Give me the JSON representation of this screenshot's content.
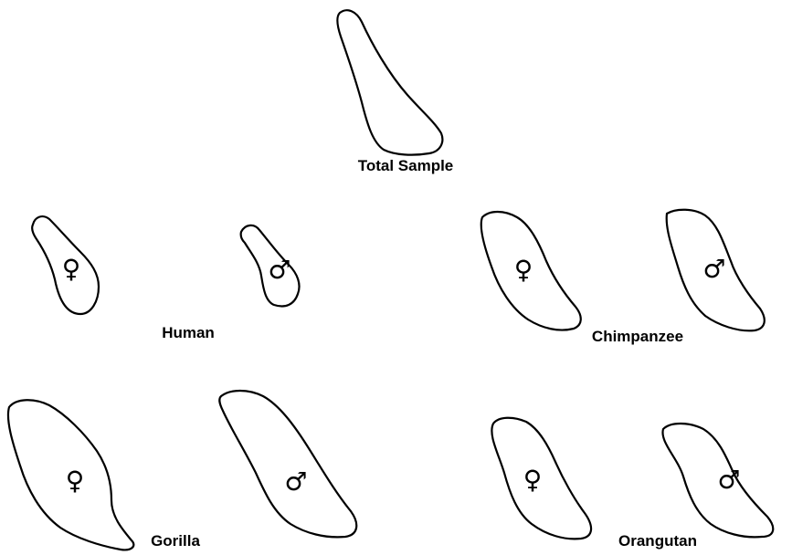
{
  "figure": {
    "total": {
      "label": "Total Sample"
    },
    "groups": [
      {
        "name": "Human",
        "female_symbol": "♀",
        "male_symbol": "♂"
      },
      {
        "name": "Chimpanzee",
        "female_symbol": "♀",
        "male_symbol": "♂"
      },
      {
        "name": "Gorilla",
        "female_symbol": "♀",
        "male_symbol": "♂"
      },
      {
        "name": "Orangutan",
        "female_symbol": "♀",
        "male_symbol": "♂"
      }
    ]
  }
}
